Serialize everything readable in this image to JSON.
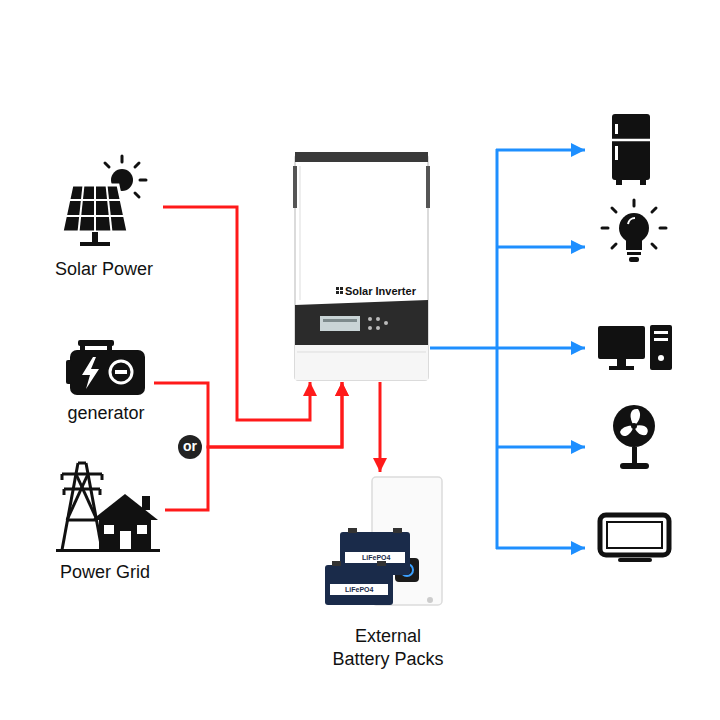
{
  "diagram": {
    "nodes": [
      {
        "text": [
          "Solar Power"
        ]
      },
      {
        "text": [
          "Solar Inverter"
        ]
      },
      {
        "text": [
          "generator"
        ]
      },
      {
        "text": [
          "or"
        ]
      },
      {
        "text": [
          "Power Grid"
        ]
      },
      {
        "text": [
          "External Battery Packs"
        ]
      }
    ],
    "edges": [
      {
        "from": 0,
        "to": 1,
        "arrow": "to"
      },
      {
        "from": 2,
        "to": 1,
        "arrow": "to"
      },
      {
        "from": 4,
        "to": 1,
        "arrow": "to"
      },
      {
        "from": 1,
        "to": 5,
        "arrow": "to"
      }
    ],
    "labels": [
      "LiFePO4",
      "LiFePO4"
    ]
  }
}
